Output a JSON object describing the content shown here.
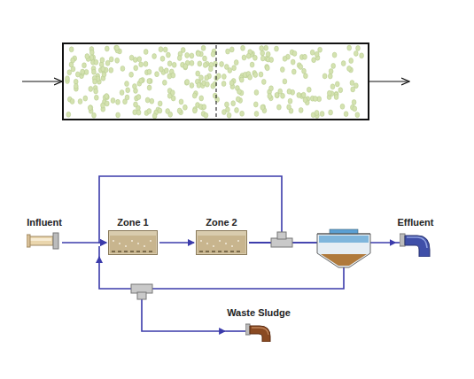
{
  "diagram": {
    "nodes": [
      {
        "text": [
          "Influent"
        ]
      },
      {
        "text": [
          "Zone 1"
        ]
      },
      {
        "text": [
          "Zone 2"
        ]
      },
      {
        "text": [
          "Effluent"
        ]
      },
      {
        "text": [
          "Waste Sludge"
        ]
      }
    ],
    "edges": [
      {
        "from": 0,
        "to": 1,
        "arrow": "to"
      },
      {
        "from": 1,
        "to": 2,
        "arrow": "to"
      },
      {
        "from": 2,
        "to": 1,
        "arrow": "to"
      },
      {
        "from": 2,
        "to": 3,
        "arrow": "to"
      },
      {
        "from": 2,
        "to": 4,
        "arrow": "to"
      }
    ]
  }
}
